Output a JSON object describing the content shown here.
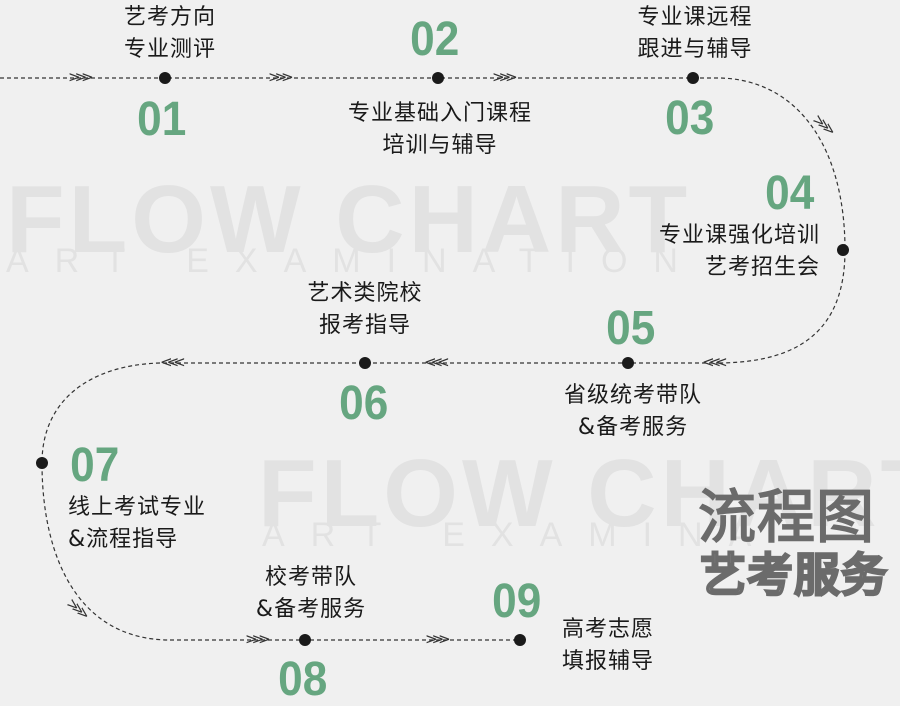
{
  "watermark": {
    "top_big": "FLOW CHART",
    "top_small": "ART EXAMINATION",
    "bottom_big": "FLOW CHART",
    "bottom_small": "ART EXAMINA"
  },
  "title": {
    "main": "流程图",
    "sub": "艺考服务"
  },
  "colors": {
    "background": "#f0f0f0",
    "step_number": "#66a680",
    "path_line": "#333333",
    "title": "#6b6b6b"
  },
  "arrow_glyphs": {
    "right": ">>>",
    "left": "<<<"
  },
  "steps": [
    {
      "number": "01",
      "line1": "艺考方向",
      "line2": "专业测评"
    },
    {
      "number": "02",
      "line1": "专业基础入门课程",
      "line2": "培训与辅导"
    },
    {
      "number": "03",
      "line1": "专业课远程",
      "line2": "跟进与辅导"
    },
    {
      "number": "04",
      "line1": "专业课强化培训",
      "line2": "艺考招生会"
    },
    {
      "number": "05",
      "line1": "省级统考带队",
      "line2": "&备考服务"
    },
    {
      "number": "06",
      "line1": "艺术类院校",
      "line2": "报考指导"
    },
    {
      "number": "07",
      "line1": "线上考试专业",
      "line2": "&流程指导"
    },
    {
      "number": "08",
      "line1": "校考带队",
      "line2": "&备考服务"
    },
    {
      "number": "09",
      "line1": "高考志愿",
      "line2": "填报辅导"
    }
  ]
}
